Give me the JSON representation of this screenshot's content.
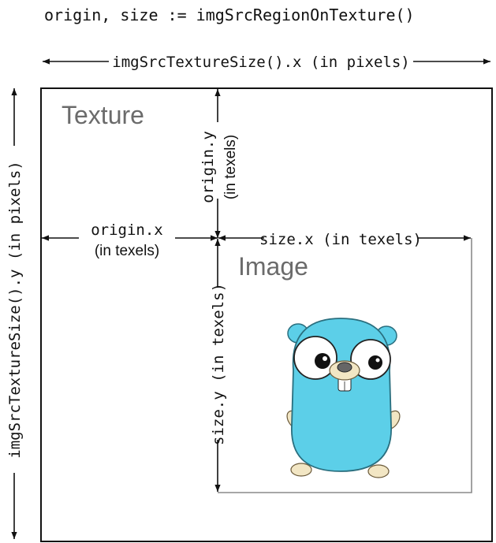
{
  "code_line": "origin, size := imgSrcRegionOnTexture()",
  "labels": {
    "texture_width": "imgSrcTextureSize().x (in pixels)",
    "texture_height": "imgSrcTextureSize().y (in pixels)",
    "origin_x_line1": "origin.x",
    "origin_x_line2": "(in texels)",
    "origin_y_line1": "origin.y",
    "origin_y_line2": "(in texels)",
    "size_x": "size.x (in texels)",
    "size_y": "size.y (in texels)"
  },
  "regions": {
    "texture": "Texture",
    "image": "Image"
  },
  "colors": {
    "ink": "#111111",
    "region_label": "#6b6b6b",
    "image_border": "#8a8a8a",
    "gopher_body": "#5ccfe8"
  },
  "icon": "gopher-mascot"
}
